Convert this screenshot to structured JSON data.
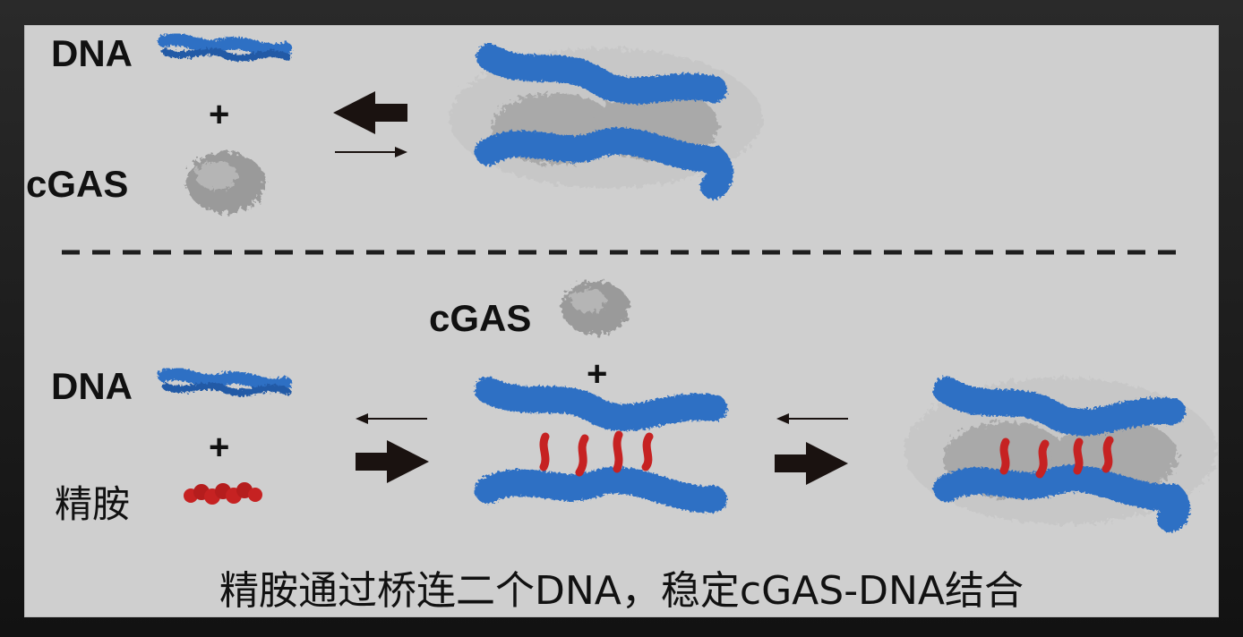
{
  "top_section": {
    "dna_label": "DNA",
    "plus": "+",
    "cgas_label": "cGAS"
  },
  "bottom_section": {
    "cgas_label": "cGAS",
    "plus_top": "+",
    "dna_label": "DNA",
    "plus_left": "+",
    "spermine_label": "精胺"
  },
  "caption": "精胺通过桥连二个DNA，稳定cGAS-DNA结合",
  "colors": {
    "dna": "#2f6fc4",
    "cgas": "#9a9a9a",
    "spermine": "#c62222",
    "arrow": "#1a1210"
  }
}
